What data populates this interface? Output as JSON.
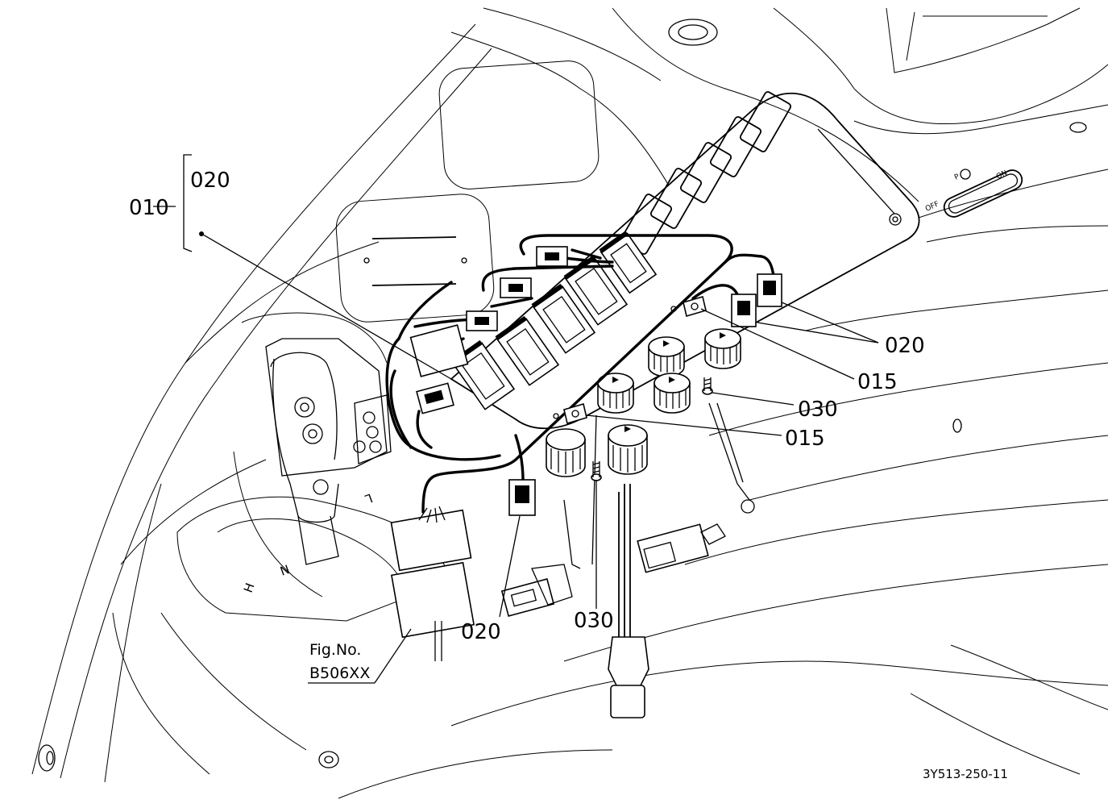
{
  "diagram": {
    "group_label": "010",
    "group_member": "020",
    "callouts": [
      {
        "id": "c020a",
        "text": "020"
      },
      {
        "id": "c015a",
        "text": "015"
      },
      {
        "id": "c030a",
        "text": "030"
      },
      {
        "id": "c015b",
        "text": "015"
      },
      {
        "id": "c020b",
        "text": "020"
      },
      {
        "id": "c030b",
        "text": "030"
      }
    ],
    "figure_reference": {
      "line1": "Fig.No.",
      "line2": "B506XX"
    },
    "drawing_code": "3Y513-250-11",
    "panel_labels": {
      "off": "OFF",
      "p": "P",
      "on": "ON"
    },
    "lever_labels": {
      "n": "N",
      "h": "H",
      "l": "L"
    }
  }
}
